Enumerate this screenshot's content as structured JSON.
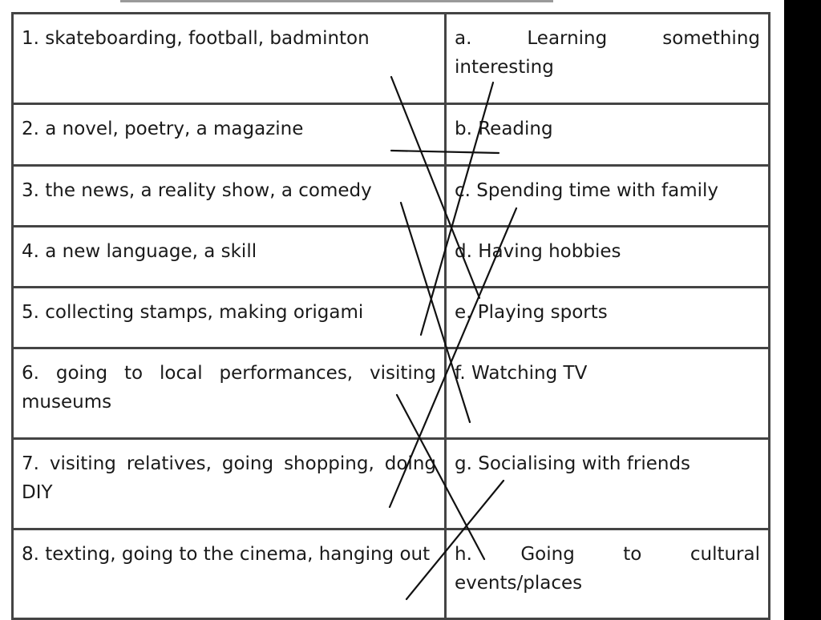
{
  "table": {
    "rows": [
      {
        "activities": "1. skateboarding, football, badminton",
        "category": "a. Learning something interesting"
      },
      {
        "activities": "2. a novel, poetry, a magazine",
        "category": "b. Reading"
      },
      {
        "activities": "3. the news, a reality show, a comedy",
        "category": "c. Spending time with family"
      },
      {
        "activities": "4. a new language, a skill",
        "category": "d. Having hobbies"
      },
      {
        "activities": "5. collecting stamps, making origami",
        "category": "e. Playing sports"
      },
      {
        "activities": "6. going to local performances, visiting museums",
        "category": "f. Watching TV"
      },
      {
        "activities": "7. visiting relatives, going shopping, doing DIY",
        "category": "g. Socialising with friends"
      },
      {
        "activities": "8. texting, going to the cinema, hanging out",
        "category": "h. Going to cultural events/places"
      }
    ]
  },
  "ink": {
    "line_color": "#111111"
  }
}
